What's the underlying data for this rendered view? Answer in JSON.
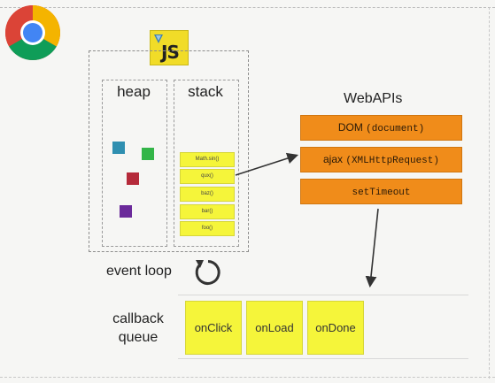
{
  "logos": {
    "chrome_logo": "chrome-logo",
    "js_logo_text": "JS"
  },
  "engine": {
    "heap_label": "heap",
    "stack_label": "stack",
    "stack_frames": [
      "Math.sin()",
      "qux()",
      "baz()",
      "bar()",
      "foo()"
    ],
    "heap_object_colors": [
      "#2f8fb0",
      "#33b548",
      "#b52a3a",
      "#6b2a9a"
    ]
  },
  "webapis": {
    "title": "WebAPIs",
    "items": [
      {
        "prefix": "DOM ",
        "code": "(document)"
      },
      {
        "prefix": "ajax ",
        "code": "(XMLHttpRequest)"
      },
      {
        "prefix": "",
        "code": "setTimeout"
      }
    ]
  },
  "event_loop": {
    "label": "event loop"
  },
  "callback_queue": {
    "label_line1": "callback",
    "label_line2": "queue",
    "items": [
      "onClick",
      "onLoad",
      "onDone"
    ]
  },
  "colors": {
    "api_orange": "#f08c1a",
    "callback_yellow": "#f5f53a",
    "slide_background": "#f6f6f4"
  }
}
